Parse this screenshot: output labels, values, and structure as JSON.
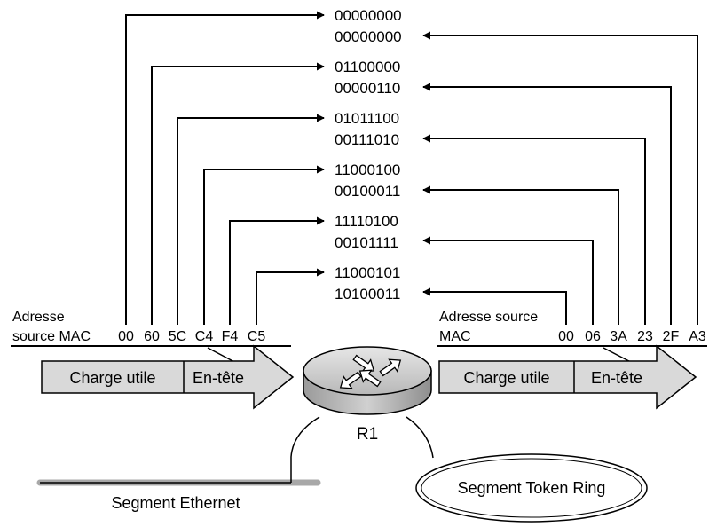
{
  "left_frame": {
    "label_line1": "Adresse",
    "label_line2": "source MAC",
    "bytes": [
      "00",
      "60",
      "5C",
      "C4",
      "F4",
      "C5"
    ]
  },
  "right_frame": {
    "label_line1": "Adresse source",
    "label_line2": "MAC",
    "bytes": [
      "00",
      "06",
      "3A",
      "23",
      "2F",
      "A3"
    ]
  },
  "binary_rows": [
    {
      "left": "00000000",
      "right": "00000000"
    },
    {
      "left": "01100000",
      "right": "00000110"
    },
    {
      "left": "01011100",
      "right": "00111010"
    },
    {
      "left": "11000100",
      "right": "00100011"
    },
    {
      "left": "11110100",
      "right": "00101111"
    },
    {
      "left": "11000101",
      "right": "10100011"
    }
  ],
  "packet_left": {
    "payload": "Charge utile",
    "header": "En-tête"
  },
  "packet_right": {
    "payload": "Charge utile",
    "header": "En-tête"
  },
  "router": {
    "label": "R1"
  },
  "segments": {
    "ethernet": "Segment Ethernet",
    "token_ring": "Segment Token Ring"
  }
}
